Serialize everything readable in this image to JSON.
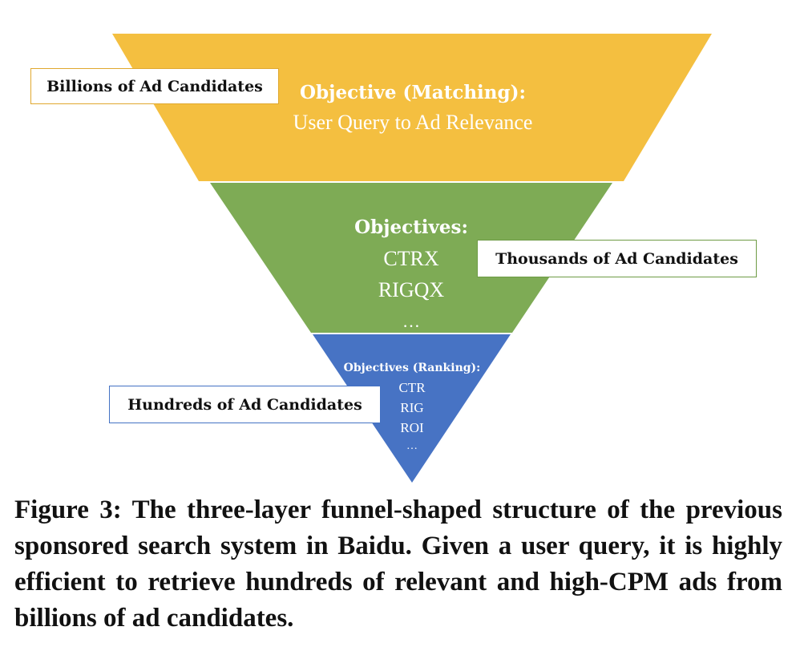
{
  "colors": {
    "top_layer": "#F4BF40",
    "middle_layer": "#7EAB55",
    "bottom_layer": "#4773C4",
    "text_on_layer": "#FFFFFF",
    "label_border_top": "#E0A82E",
    "label_border_middle": "#6E9B45",
    "label_border_bottom": "#4472C4"
  },
  "layers": [
    {
      "key": "top",
      "heading": "Objective (Matching):",
      "lines": [
        "User Query to Ad Relevance"
      ],
      "side_label": "Billions of Ad Candidates"
    },
    {
      "key": "middle",
      "heading": "Objectives:",
      "lines": [
        "CTRX",
        "RIGQX",
        "…"
      ],
      "side_label": "Thousands of Ad Candidates"
    },
    {
      "key": "bottom",
      "heading": "Objectives (Ranking):",
      "lines": [
        "CTR",
        "RIG",
        "ROI",
        "…"
      ],
      "side_label": "Hundreds of Ad Candidates"
    }
  ],
  "caption": "Figure 3: The three-layer funnel-shaped structure of the previous sponsored search system in Baidu. Given a user query, it is highly efficient to retrieve hundreds of relevant and high-CPM ads from billions of ad candidates."
}
